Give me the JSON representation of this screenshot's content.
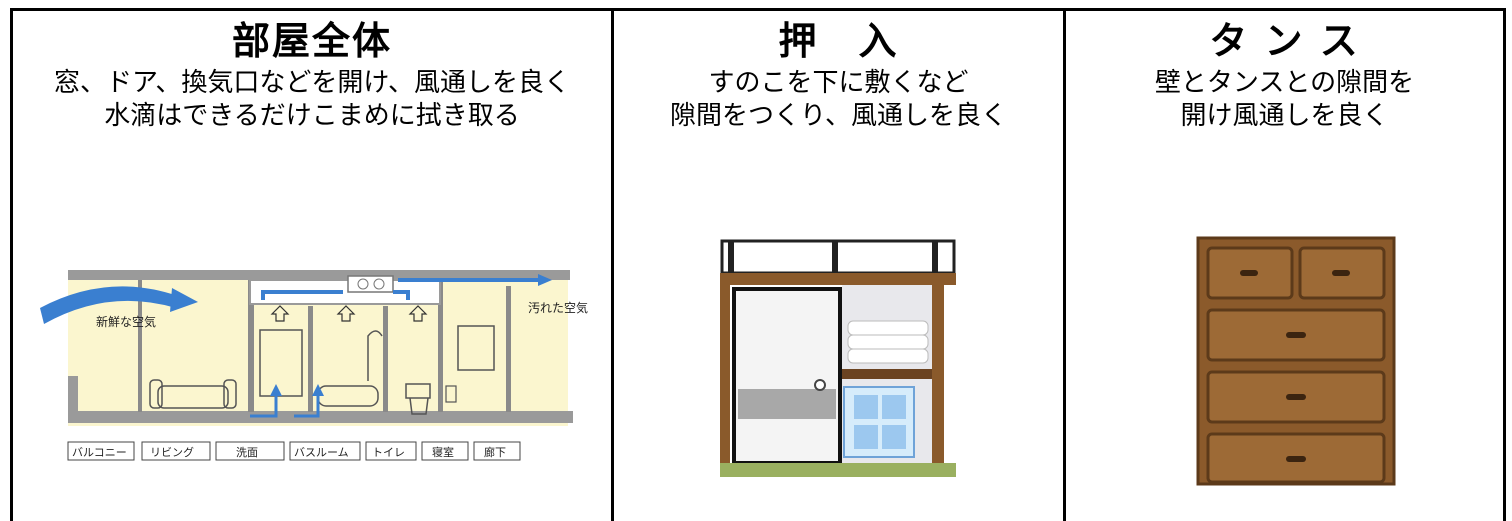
{
  "columns": [
    {
      "title": "部屋全体",
      "lines": [
        "窓、ドア、換気口などを開け、風通しを良く",
        "水滴はできるだけこまめに拭き取る"
      ],
      "diagram": {
        "fresh_air_label": "新鮮な空気",
        "dirty_air_label": "汚れた空気",
        "rooms": [
          "バルコニー",
          "リビング",
          "洗面",
          "バスルーム",
          "トイレ",
          "寝室",
          "廊下"
        ]
      }
    },
    {
      "title": "押　入",
      "lines": [
        "すのこを下に敷くなど",
        "隙間をつくり、風通しを良く"
      ]
    },
    {
      "title": "タ ン ス",
      "lines": [
        "壁とタンスとの隙間を",
        "開け風通しを良く"
      ]
    }
  ],
  "colors": {
    "diagram_fill": "#fbf6cf",
    "diagram_wall": "#9a9a9a",
    "air_arrow": "#3a7fd0",
    "closet_frame": "#8a5a2b",
    "dresser": "#8b5a2b",
    "tatami": "#9ab060"
  }
}
